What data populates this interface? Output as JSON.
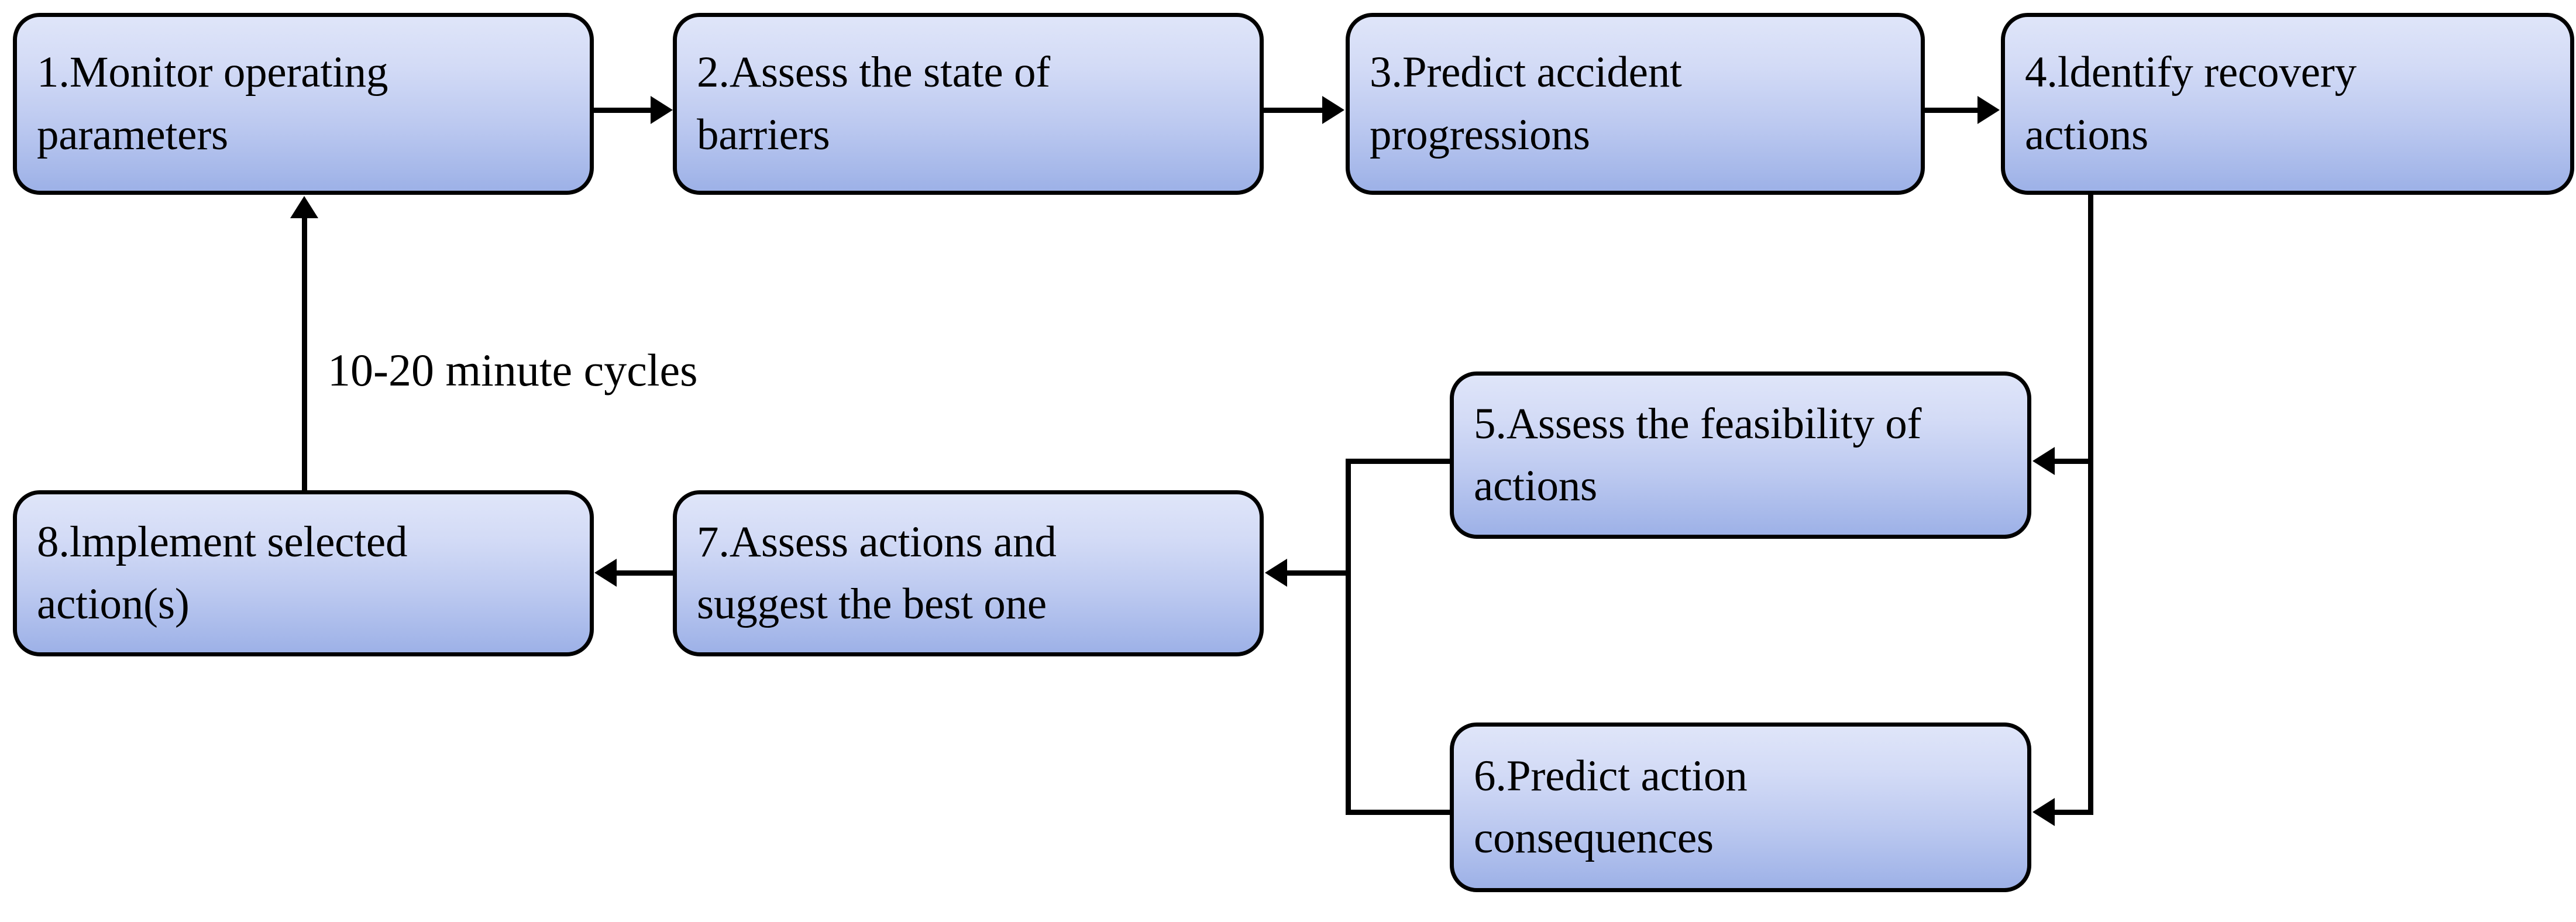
{
  "diagram": {
    "title_text_visible": false,
    "background_color": "#ffffff",
    "node_fill_top": "#dfe5f9",
    "node_fill_bottom": "#9db1e7",
    "node_border_color": "#000000",
    "connector_color": "#000000",
    "annotations": [
      {
        "id": "cycle-time",
        "text": "10-20 minute cycles"
      }
    ],
    "nodes": [
      {
        "id": "step-1",
        "number": "1.",
        "text": "1.Monitor operating\nparameters"
      },
      {
        "id": "step-2",
        "number": "2.",
        "text": "2.Assess the state of\nbarriers"
      },
      {
        "id": "step-3",
        "number": "3.",
        "text": "3.Predict accident\nprogressions"
      },
      {
        "id": "step-4",
        "number": "4.",
        "text": "4.ldentify recovery\nactions"
      },
      {
        "id": "step-5",
        "number": "5.",
        "text": "5.Assess the feasibility of\nactions"
      },
      {
        "id": "step-6",
        "number": "6.",
        "text": "6.Predict action\nconsequences"
      },
      {
        "id": "step-7",
        "number": "7.",
        "text": "7.Assess actions and\nsuggest the best one"
      },
      {
        "id": "step-8",
        "number": "8.",
        "text": "8.lmplement selected\naction(s)"
      }
    ],
    "edges": [
      {
        "from": "step-1",
        "to": "step-2",
        "direction": "right"
      },
      {
        "from": "step-2",
        "to": "step-3",
        "direction": "right"
      },
      {
        "from": "step-3",
        "to": "step-4",
        "direction": "right"
      },
      {
        "from": "step-4",
        "to": "step-5",
        "direction": "down-left"
      },
      {
        "from": "step-4",
        "to": "step-6",
        "direction": "down-left"
      },
      {
        "from": "step-5",
        "to": "step-7",
        "direction": "left"
      },
      {
        "from": "step-6",
        "to": "step-7",
        "direction": "left"
      },
      {
        "from": "step-7",
        "to": "step-8",
        "direction": "left"
      },
      {
        "from": "step-8",
        "to": "step-1",
        "direction": "up",
        "label": "10-20 minute cycles"
      }
    ]
  }
}
